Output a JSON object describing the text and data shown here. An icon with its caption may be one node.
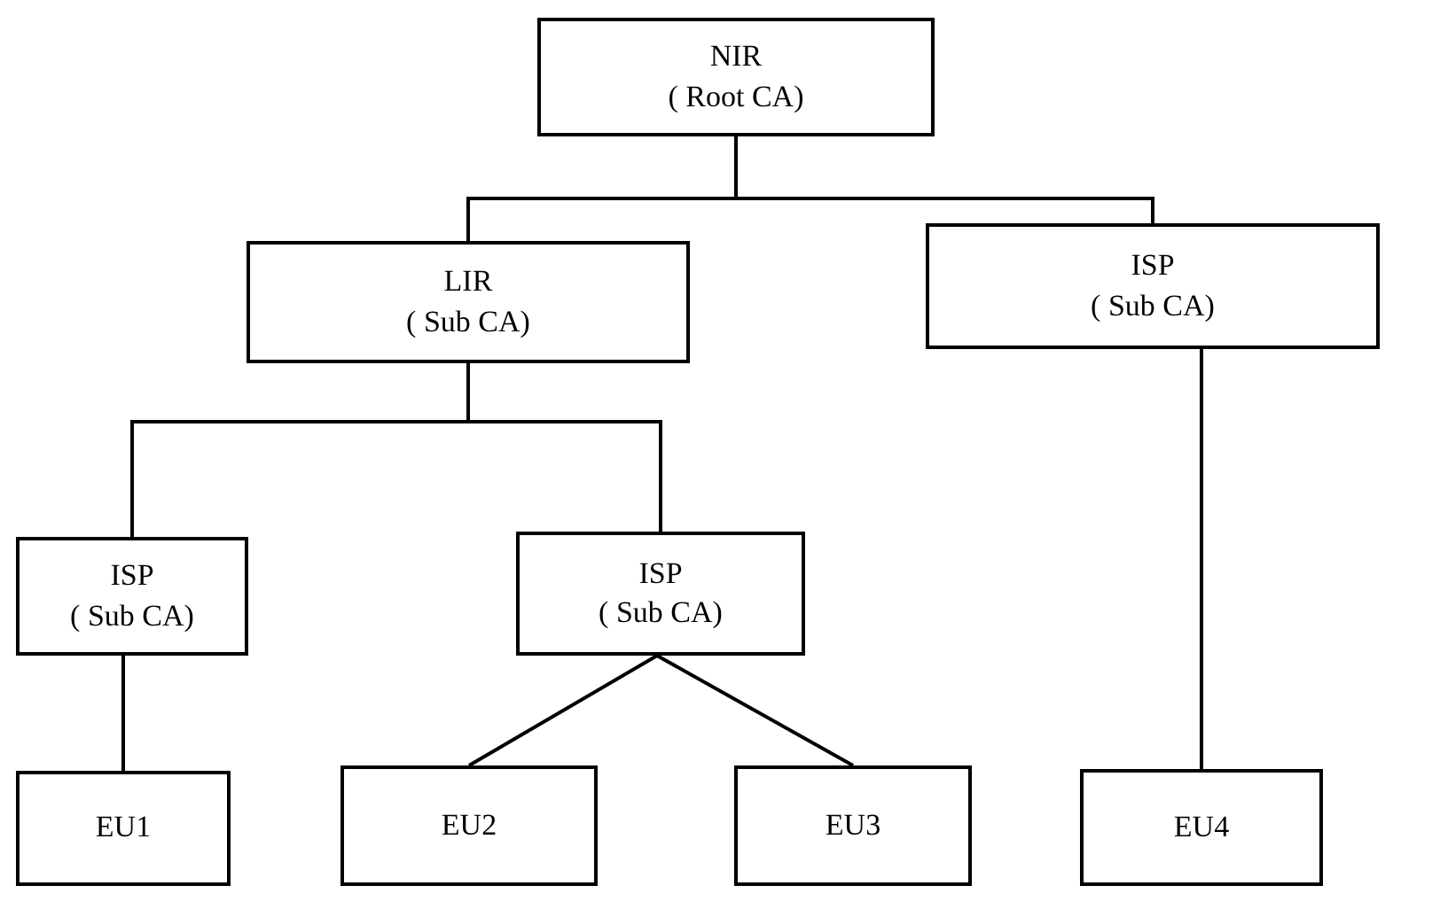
{
  "diagram": {
    "nodes": [
      {
        "text": [
          "NIR",
          "( Root CA)"
        ]
      },
      {
        "text": [
          "LIR",
          "( Sub CA)"
        ]
      },
      {
        "text": [
          "ISP",
          "( Sub CA)"
        ]
      },
      {
        "text": [
          "ISP",
          "( Sub CA)"
        ]
      },
      {
        "text": [
          "ISP",
          "( Sub CA)"
        ]
      },
      {
        "text": [
          "EU1"
        ]
      },
      {
        "text": [
          "EU2"
        ]
      },
      {
        "text": [
          "EU3"
        ]
      },
      {
        "text": [
          "EU4"
        ]
      }
    ],
    "edges": [
      {
        "from": 0,
        "to": 1,
        "arrow": "none"
      },
      {
        "from": 0,
        "to": 2,
        "arrow": "none"
      },
      {
        "from": 1,
        "to": 3,
        "arrow": "none"
      },
      {
        "from": 1,
        "to": 4,
        "arrow": "none"
      },
      {
        "from": 3,
        "to": 5,
        "arrow": "none"
      },
      {
        "from": 4,
        "to": 6,
        "arrow": "none"
      },
      {
        "from": 4,
        "to": 7,
        "arrow": "none"
      },
      {
        "from": 2,
        "to": 8,
        "arrow": "none"
      }
    ]
  }
}
